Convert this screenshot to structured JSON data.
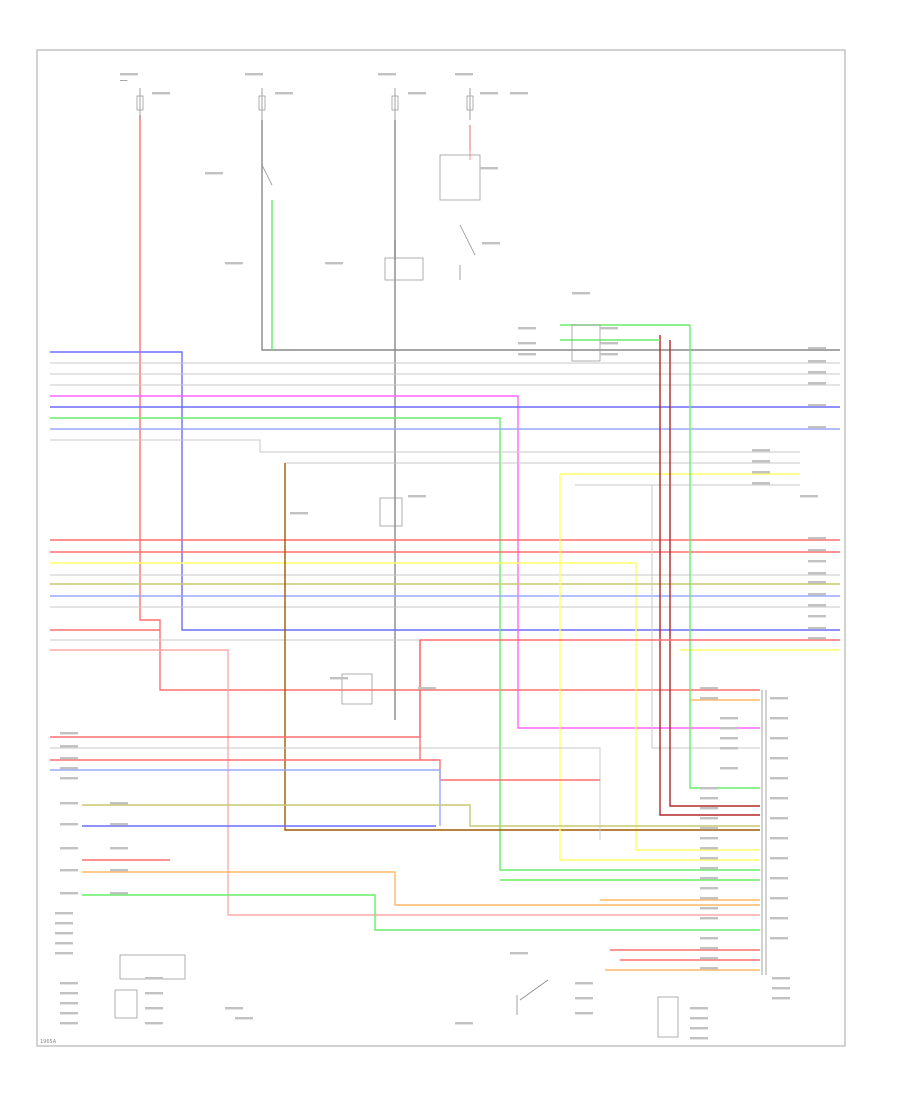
{
  "diagram": {
    "footer_code": "1965A"
  },
  "colors": {
    "red": "#ff6f6f",
    "pink": "#ffaaaa",
    "blue": "#6b6bff",
    "lightblue": "#9aa8ff",
    "green": "#66ee66",
    "yellow": "#ffff66",
    "orange": "#ffb866",
    "magenta": "#ff66ff",
    "brown": "#a05a00",
    "gray": "#888888",
    "olive": "#c8c870",
    "darkred": "#b42828",
    "grayline": "#c8c8c8"
  },
  "components": [
    {
      "id": "fuse-1",
      "name": "fuse-1-icon"
    },
    {
      "id": "fuse-2",
      "name": "fuse-2-icon"
    },
    {
      "id": "fuse-3",
      "name": "fuse-3-icon"
    },
    {
      "id": "fuse-4",
      "name": "fuse-4-icon"
    },
    {
      "id": "switch-1",
      "name": "switch-1-icon"
    },
    {
      "id": "switch-2",
      "name": "switch-2-icon"
    },
    {
      "id": "relay-1",
      "name": "relay-icon"
    },
    {
      "id": "connector-1",
      "name": "connector-icon"
    },
    {
      "id": "sensor-1",
      "name": "sensor-icon"
    },
    {
      "id": "module-1",
      "name": "control-module-icon"
    }
  ]
}
